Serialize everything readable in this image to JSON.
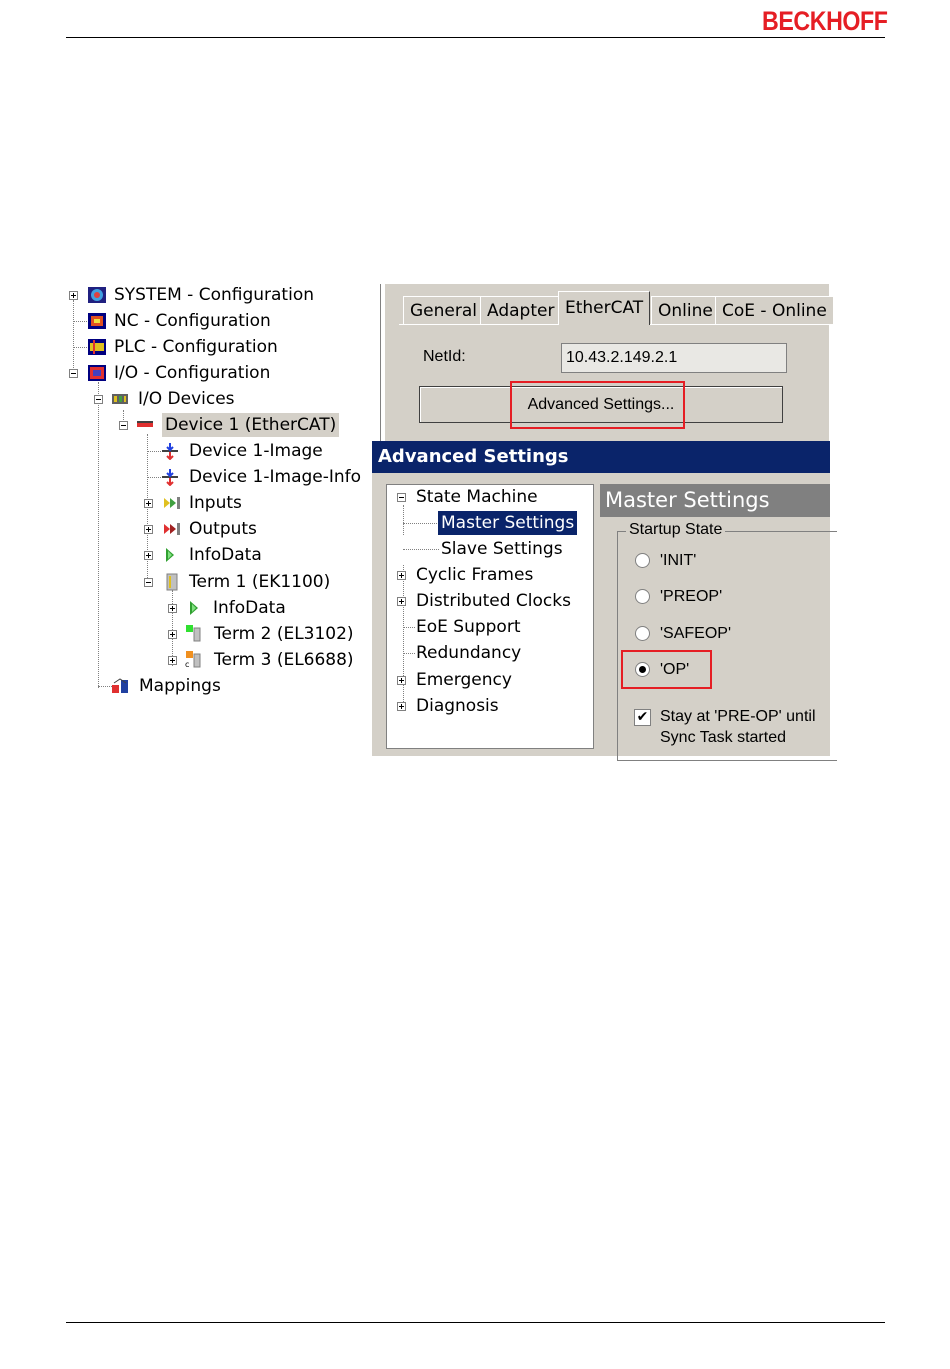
{
  "header": {
    "brand": "BECKHOFF",
    "brand_color": "#e51e24"
  },
  "left_tree": {
    "items": [
      {
        "label": "SYSTEM - Configuration",
        "icon": "system-config-icon",
        "expander": "plus"
      },
      {
        "label": "NC - Configuration",
        "icon": "nc-config-icon",
        "expander": "none"
      },
      {
        "label": "PLC - Configuration",
        "icon": "plc-config-icon",
        "expander": "none"
      },
      {
        "label": "I/O - Configuration",
        "icon": "io-config-icon",
        "expander": "minus"
      },
      {
        "label": "I/O Devices",
        "icon": "io-devices-icon",
        "expander": "minus"
      },
      {
        "label": "Device 1 (EtherCAT)",
        "icon": "ethercat-device-icon",
        "expander": "minus",
        "selected": true
      },
      {
        "label": "Device 1-Image",
        "icon": "image-icon",
        "expander": "none"
      },
      {
        "label": "Device 1-Image-Info",
        "icon": "image-info-icon",
        "expander": "none"
      },
      {
        "label": "Inputs",
        "icon": "inputs-icon",
        "expander": "plus"
      },
      {
        "label": "Outputs",
        "icon": "outputs-icon",
        "expander": "plus"
      },
      {
        "label": "InfoData",
        "icon": "infodata-icon",
        "expander": "plus"
      },
      {
        "label": "Term 1 (EK1100)",
        "icon": "terminal-icon",
        "expander": "minus"
      },
      {
        "label": "InfoData",
        "icon": "infodata-icon",
        "expander": "plus"
      },
      {
        "label": "Term 2 (EL3102)",
        "icon": "terminal-green-icon",
        "expander": "plus"
      },
      {
        "label": "Term 3 (EL6688)",
        "icon": "terminal-orange-icon",
        "expander": "plus"
      },
      {
        "label": "Mappings",
        "icon": "mappings-icon",
        "expander": "none"
      }
    ]
  },
  "tabs": [
    {
      "label": "General"
    },
    {
      "label": "Adapter"
    },
    {
      "label": "EtherCAT",
      "active": true
    },
    {
      "label": "Online"
    },
    {
      "label": "CoE - Online"
    }
  ],
  "netid": {
    "label": "NetId:",
    "value": "10.43.2.149.2.1"
  },
  "advanced_button": {
    "label": "Advanced Settings..."
  },
  "dialog": {
    "title": "Advanced Settings",
    "tree": [
      {
        "label": "State Machine",
        "expander": "minus"
      },
      {
        "label": "Master Settings",
        "selected": true
      },
      {
        "label": "Slave Settings"
      },
      {
        "label": "Cyclic Frames",
        "expander": "plus"
      },
      {
        "label": "Distributed Clocks",
        "expander": "plus"
      },
      {
        "label": "EoE Support"
      },
      {
        "label": "Redundancy"
      },
      {
        "label": "Emergency",
        "expander": "plus"
      },
      {
        "label": "Diagnosis",
        "expander": "plus"
      }
    ],
    "panel_title": "Master Settings",
    "group_label": "Startup State",
    "radios": [
      {
        "label": "'INIT'",
        "selected": false
      },
      {
        "label": "'PREOP'",
        "selected": false
      },
      {
        "label": "'SAFEOP'",
        "selected": false
      },
      {
        "label": "'OP'",
        "selected": true
      }
    ],
    "checkbox": {
      "label_line1": "Stay at 'PRE-OP' until",
      "label_line2": "Sync Task started",
      "checked": true,
      "mark": "✔"
    }
  }
}
